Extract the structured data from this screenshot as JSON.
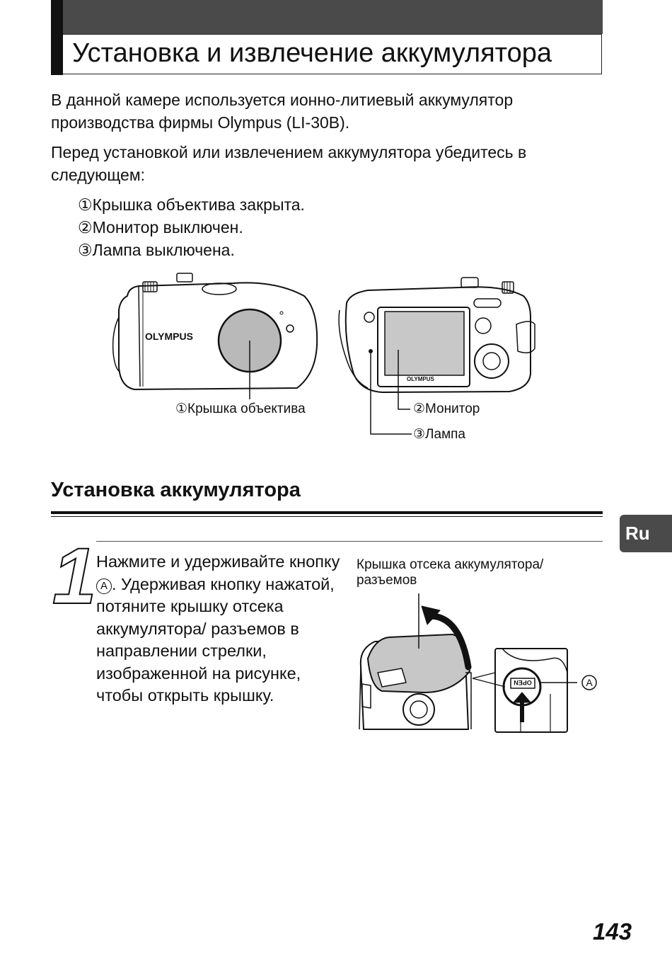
{
  "title": "Установка и извлечение аккумулятора",
  "intro": {
    "para1": "В данной камере используется ионно-литиевый аккумулятор производства фирмы Olympus (LI-30B).",
    "para2": "Перед установкой или извлечением аккумулятора убедитесь в следующем:"
  },
  "checklist": [
    {
      "marker": "①",
      "text": "Крышка объектива закрыта."
    },
    {
      "marker": "②",
      "text": "Монитор выключен."
    },
    {
      "marker": "③",
      "text": "Лампа выключена."
    }
  ],
  "camera_figure": {
    "brand_front": "OLYMPUS",
    "brand_back": "OLYMPUS",
    "callout_lens": "①Крышка объектива",
    "callout_monitor": "②Монитор",
    "callout_lamp": "③Лампа"
  },
  "section": {
    "title": "Установка аккумулятора",
    "lang_tab": "Ru"
  },
  "step1": {
    "number": "1",
    "text_before": "Нажмите и удерживайте кнопку ",
    "button_marker": "A",
    "text_after": ". Удерживая кнопку нажатой, потяните крышку отсека аккумулятора/ разъемов в направлении стрелки, изображенной на рисунке, чтобы открыть крышку.",
    "figure_caption": "Крышка отсека аккумулятора/ разъемов",
    "figure_marker": "A",
    "open_label": "OPEN"
  },
  "page_number": "143"
}
